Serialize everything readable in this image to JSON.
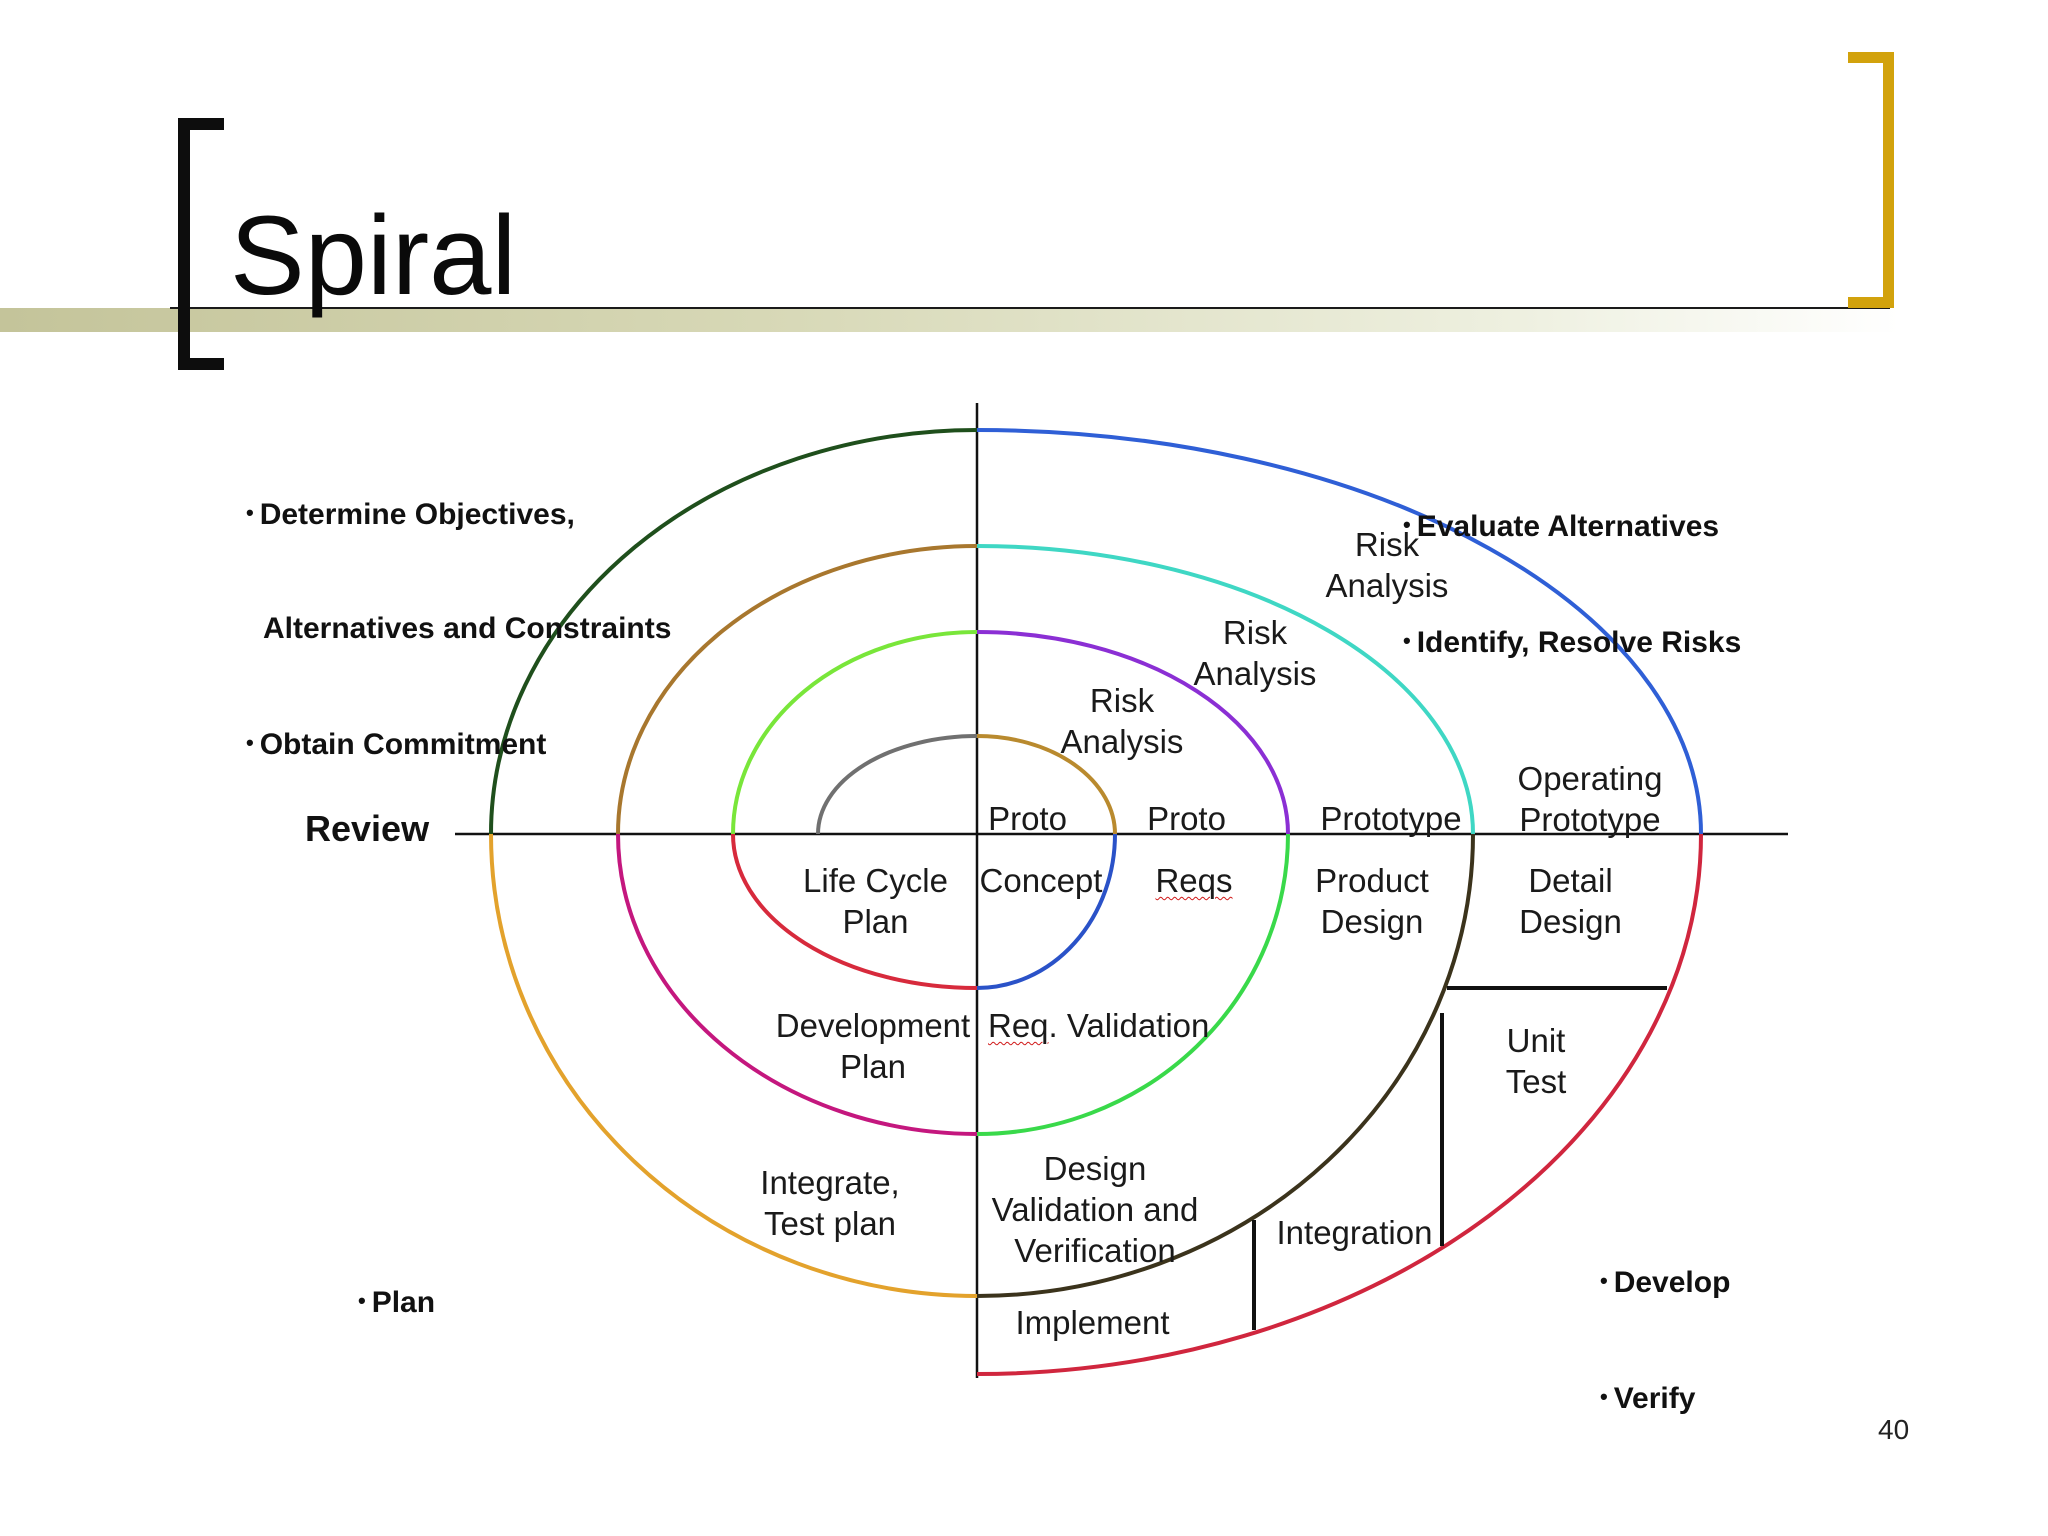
{
  "slide": {
    "title": "Spiral",
    "page_number": "40"
  },
  "diagram": {
    "axis_label_review": "Review",
    "quadrant_notes": {
      "top_left": [
        "Determine Objectives,",
        "Alternatives and Constraints",
        "Obtain Commitment"
      ],
      "top_right": [
        "Evaluate Alternatives",
        "Identify, Resolve Risks"
      ],
      "bottom_left": [
        "Plan"
      ],
      "bottom_right": [
        "Develop",
        "Verify"
      ]
    },
    "labels": {
      "risk_analysis_outer": "Risk\nAnalysis",
      "risk_analysis_middle": "Risk\nAnalysis",
      "risk_analysis_inner": "Risk\nAnalysis",
      "proto_1": "Proto",
      "proto_2": "Proto",
      "prototype": "Prototype",
      "operating_prototype": "Operating\nPrototype",
      "life_cycle_plan": "Life Cycle\nPlan",
      "concept": "Concept",
      "reqs": "Reqs",
      "product_design": "Product\nDesign",
      "detail_design": "Detail\nDesign",
      "development_plan": "Development\nPlan",
      "req_validation_prefix": "Req",
      "req_validation_rest": ". Validation",
      "unit_test": "Unit\nTest",
      "integrate_test_plan": "Integrate,\nTest plan",
      "design_validation": "Design\nValidation and\nVerification",
      "integration": "Integration",
      "implement": "Implement"
    },
    "colors": {
      "dark_green": "#1f4f1c",
      "blue": "#2f5fd6",
      "orange": "#e3a22c",
      "crimson": "#d0263e",
      "brown": "#a8772e",
      "cyan": "#3fd7c4",
      "magenta": "#c4177e",
      "dark_olive": "#3b331c",
      "lime": "#79e63a",
      "purple": "#8b2fd4",
      "red": "#d72a3c",
      "bright_green": "#39d94a",
      "gray": "#707070",
      "tan": "#b98a2e",
      "royal_blue": "#2a52c8"
    }
  }
}
